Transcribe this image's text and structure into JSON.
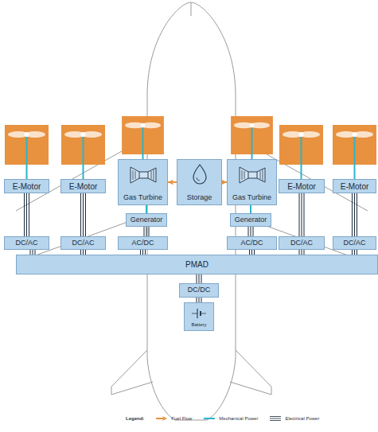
{
  "diagram": {
    "nodes": [
      {
        "text": [
          "E-Motor"
        ]
      },
      {
        "text": [
          "E-Motor"
        ]
      },
      {
        "text": [
          "Gas Turbine"
        ]
      },
      {
        "text": [
          "Storage"
        ]
      },
      {
        "text": [
          "Gas Turbine"
        ]
      },
      {
        "text": [
          "E-Motor"
        ]
      },
      {
        "text": [
          "E-Motor"
        ]
      },
      {
        "text": [
          "Generator"
        ]
      },
      {
        "text": [
          "Generator"
        ]
      },
      {
        "text": [
          "DC/AC"
        ]
      },
      {
        "text": [
          "DC/AC"
        ]
      },
      {
        "text": [
          "AC/DC"
        ]
      },
      {
        "text": [
          "AC/DC"
        ]
      },
      {
        "text": [
          "DC/AC"
        ]
      },
      {
        "text": [
          "DC/AC"
        ]
      },
      {
        "text": [
          "PMAD"
        ]
      },
      {
        "text": [
          "DC/DC"
        ]
      },
      {
        "text": [
          "Battery"
        ]
      }
    ],
    "edges": [
      {
        "from": 3,
        "to": 2,
        "arrow": "to"
      },
      {
        "from": 3,
        "to": 4,
        "arrow": "to"
      },
      {
        "from": 2,
        "to": 7,
        "arrow": "none"
      },
      {
        "from": 4,
        "to": 8,
        "arrow": "none"
      },
      {
        "from": 7,
        "to": 11,
        "arrow": "none"
      },
      {
        "from": 8,
        "to": 12,
        "arrow": "none"
      },
      {
        "from": 0,
        "to": 9,
        "arrow": "none"
      },
      {
        "from": 1,
        "to": 10,
        "arrow": "none"
      },
      {
        "from": 5,
        "to": 13,
        "arrow": "none"
      },
      {
        "from": 6,
        "to": 14,
        "arrow": "none"
      },
      {
        "from": 9,
        "to": 15,
        "arrow": "none"
      },
      {
        "from": 10,
        "to": 15,
        "arrow": "none"
      },
      {
        "from": 11,
        "to": 15,
        "arrow": "none"
      },
      {
        "from": 12,
        "to": 15,
        "arrow": "none"
      },
      {
        "from": 13,
        "to": 15,
        "arrow": "none"
      },
      {
        "from": 14,
        "to": 15,
        "arrow": "none"
      },
      {
        "from": 15,
        "to": 16,
        "arrow": "none"
      },
      {
        "from": 16,
        "to": 17,
        "arrow": "none"
      }
    ],
    "labels": [
      "Legend:"
    ],
    "legend": [
      {
        "text": "Fuel Flow"
      },
      {
        "text": "Mechanical Power"
      },
      {
        "text": "Electrical Power"
      }
    ]
  }
}
